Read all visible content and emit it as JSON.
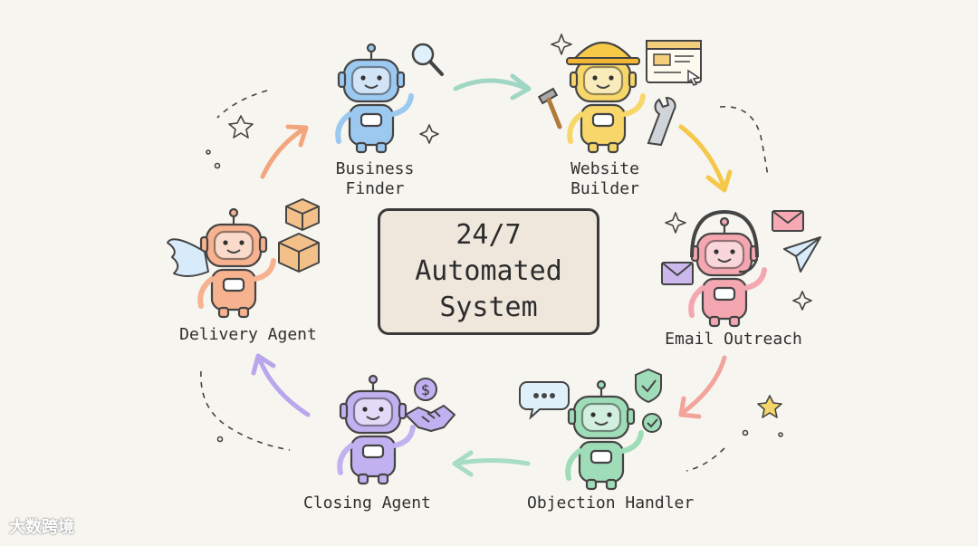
{
  "center": {
    "line1": "24/7",
    "line2": "Automated",
    "line3": "System"
  },
  "nodes": [
    {
      "id": "business-finder",
      "label_line1": "Business",
      "label_line2": "Finder",
      "color": "#9cc9f0",
      "icon": "magnifier-icon"
    },
    {
      "id": "website-builder",
      "label_line1": "Website",
      "label_line2": "Builder",
      "color": "#f7d76a",
      "icon": "browser-window-icon"
    },
    {
      "id": "email-outreach",
      "label": "Email Outreach",
      "color": "#f4a7b1",
      "icon": "envelope-icon"
    },
    {
      "id": "objection-handler",
      "label": "Objection Handler",
      "color": "#9fdcb8",
      "icon": "shield-check-icon"
    },
    {
      "id": "closing-agent",
      "label": "Closing Agent",
      "color": "#c2b1f0",
      "icon": "handshake-icon"
    },
    {
      "id": "delivery-agent",
      "label": "Delivery Agent",
      "color": "#f7b28f",
      "icon": "package-icon"
    }
  ],
  "arrow_colors": {
    "finder_to_builder": "#9fd6c4",
    "builder_to_outreach": "#f5c84a",
    "outreach_to_handler": "#f2a49a",
    "handler_to_closing": "#a7dcc6",
    "closing_to_delivery": "#b9a6ec",
    "delivery_to_finder": "#f3a67d"
  },
  "watermark": "大数跨境"
}
